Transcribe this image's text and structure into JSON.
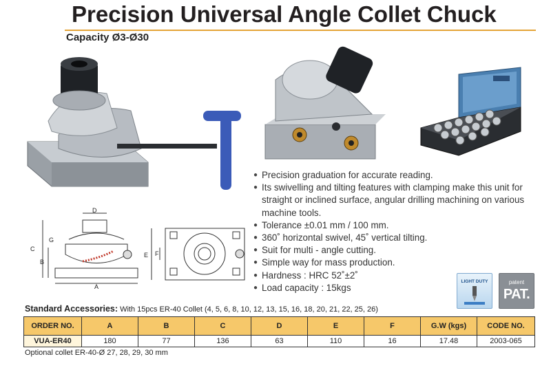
{
  "header": {
    "title": "Precision Universal Angle Collet Chuck",
    "subtitle": "Capacity Ø3-Ø30"
  },
  "features": [
    "Precision graduation for accurate reading.",
    "Its swivelling and tilting features with clamping make this unit for straight or inclined surface, angular drilling machining on various machine tools.",
    "Tolerance ±0.01 mm / 100 mm.",
    "360˚ horizontal swivel, 45˚ vertical tilting.",
    "Suit for multi - angle cutting.",
    "Simple way for mass production.",
    "Hardness : HRC 52˚±2˚",
    "Load capacity : 15kgs"
  ],
  "badges": {
    "light_duty": "LIGHT DUTY",
    "patent": "patent",
    "pat": "PAT."
  },
  "drawing_labels": {
    "side": {
      "d": "D",
      "g": "G",
      "c": "C",
      "b": "B",
      "a": "A"
    },
    "top": {
      "e": "E",
      "f": "F"
    }
  },
  "accessories": {
    "label": "Standard Accessories:",
    "text": "With 15pcs ER-40 Collet (4, 5, 6, 8, 10, 12, 13, 15, 16, 18, 20, 21, 22, 25, 26)"
  },
  "table": {
    "headers": [
      "ORDER NO.",
      "A",
      "B",
      "C",
      "D",
      "E",
      "F",
      "G.W (kgs)",
      "CODE NO."
    ],
    "row": [
      "VUA-ER40",
      "180",
      "77",
      "136",
      "63",
      "110",
      "16",
      "17.48",
      "2003-065"
    ]
  },
  "optional": "Optional collet ER-40-Ø 27, 28, 29, 30 mm",
  "colors": {
    "accent": "#e4a335",
    "table_header": "#f6c86a",
    "handle": "#3b5bb8"
  }
}
